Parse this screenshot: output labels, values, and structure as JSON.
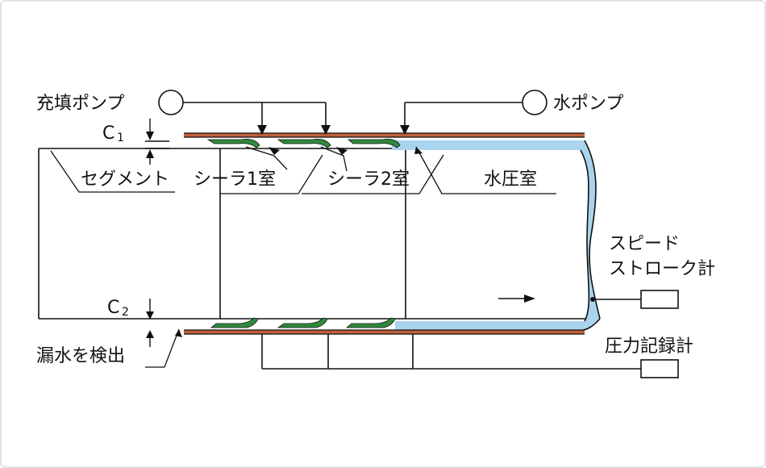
{
  "labels": {
    "filling_pump": "充填ポンプ",
    "water_pump": "水ポンプ",
    "c1": "C",
    "c1_sub": "1",
    "c2": "C",
    "c2_sub": "2",
    "segment": "セグメント",
    "sealer_chamber_1": "シーラ1室",
    "sealer_chamber_2": "シーラ2室",
    "water_pressure_chamber": "水圧室",
    "leak_detection": "漏水を検出",
    "speed_stroke_gauge_line1": "スピード",
    "speed_stroke_gauge_line2": "ストローク計",
    "pressure_recorder": "圧力記録計"
  },
  "colors": {
    "outline": "#111111",
    "skin_plate": "#c0603c",
    "seal": "#2f8a3c",
    "water": "#a9d4ee"
  }
}
